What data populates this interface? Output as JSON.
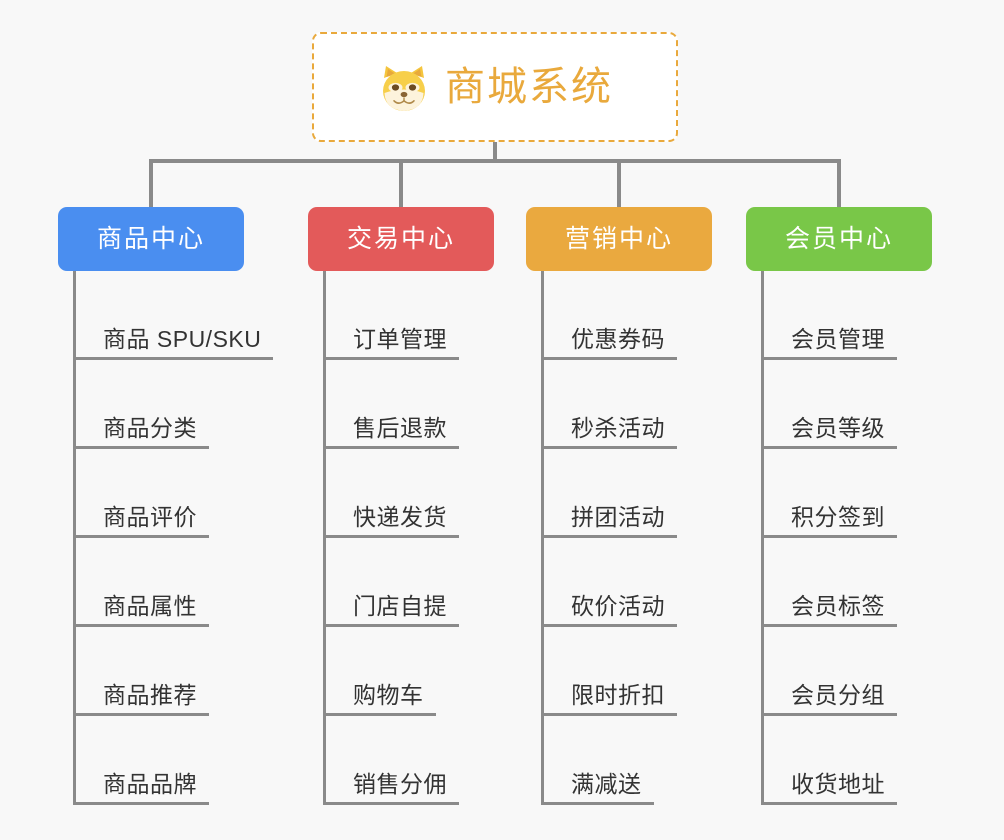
{
  "root": {
    "title": "商城系统",
    "emoji_name": "shiba-dog-emoji",
    "border_color": "#e9a93c",
    "text_color": "#e9a93c",
    "background": "#ffffff"
  },
  "canvas": {
    "background": "#f8f8f8",
    "connector_color": "#8a8a8a"
  },
  "branches": [
    {
      "label": "商品中心",
      "color": "#4a8ef0",
      "key": "product-center",
      "leaves": [
        "商品 SPU/SKU",
        "商品分类",
        "商品评价",
        "商品属性",
        "商品推荐",
        "商品品牌"
      ]
    },
    {
      "label": "交易中心",
      "color": "#e35a5a",
      "key": "trade-center",
      "leaves": [
        "订单管理",
        "售后退款",
        "快递发货",
        "门店自提",
        "购物车",
        "销售分佣"
      ]
    },
    {
      "label": "营销中心",
      "color": "#eaa93f",
      "key": "marketing-center",
      "leaves": [
        "优惠券码",
        "秒杀活动",
        "拼团活动",
        "砍价活动",
        "限时折扣",
        "满减送"
      ]
    },
    {
      "label": "会员中心",
      "color": "#79c748",
      "key": "member-center",
      "leaves": [
        "会员管理",
        "会员等级",
        "积分签到",
        "会员标签",
        "会员分组",
        "收货地址"
      ]
    }
  ]
}
